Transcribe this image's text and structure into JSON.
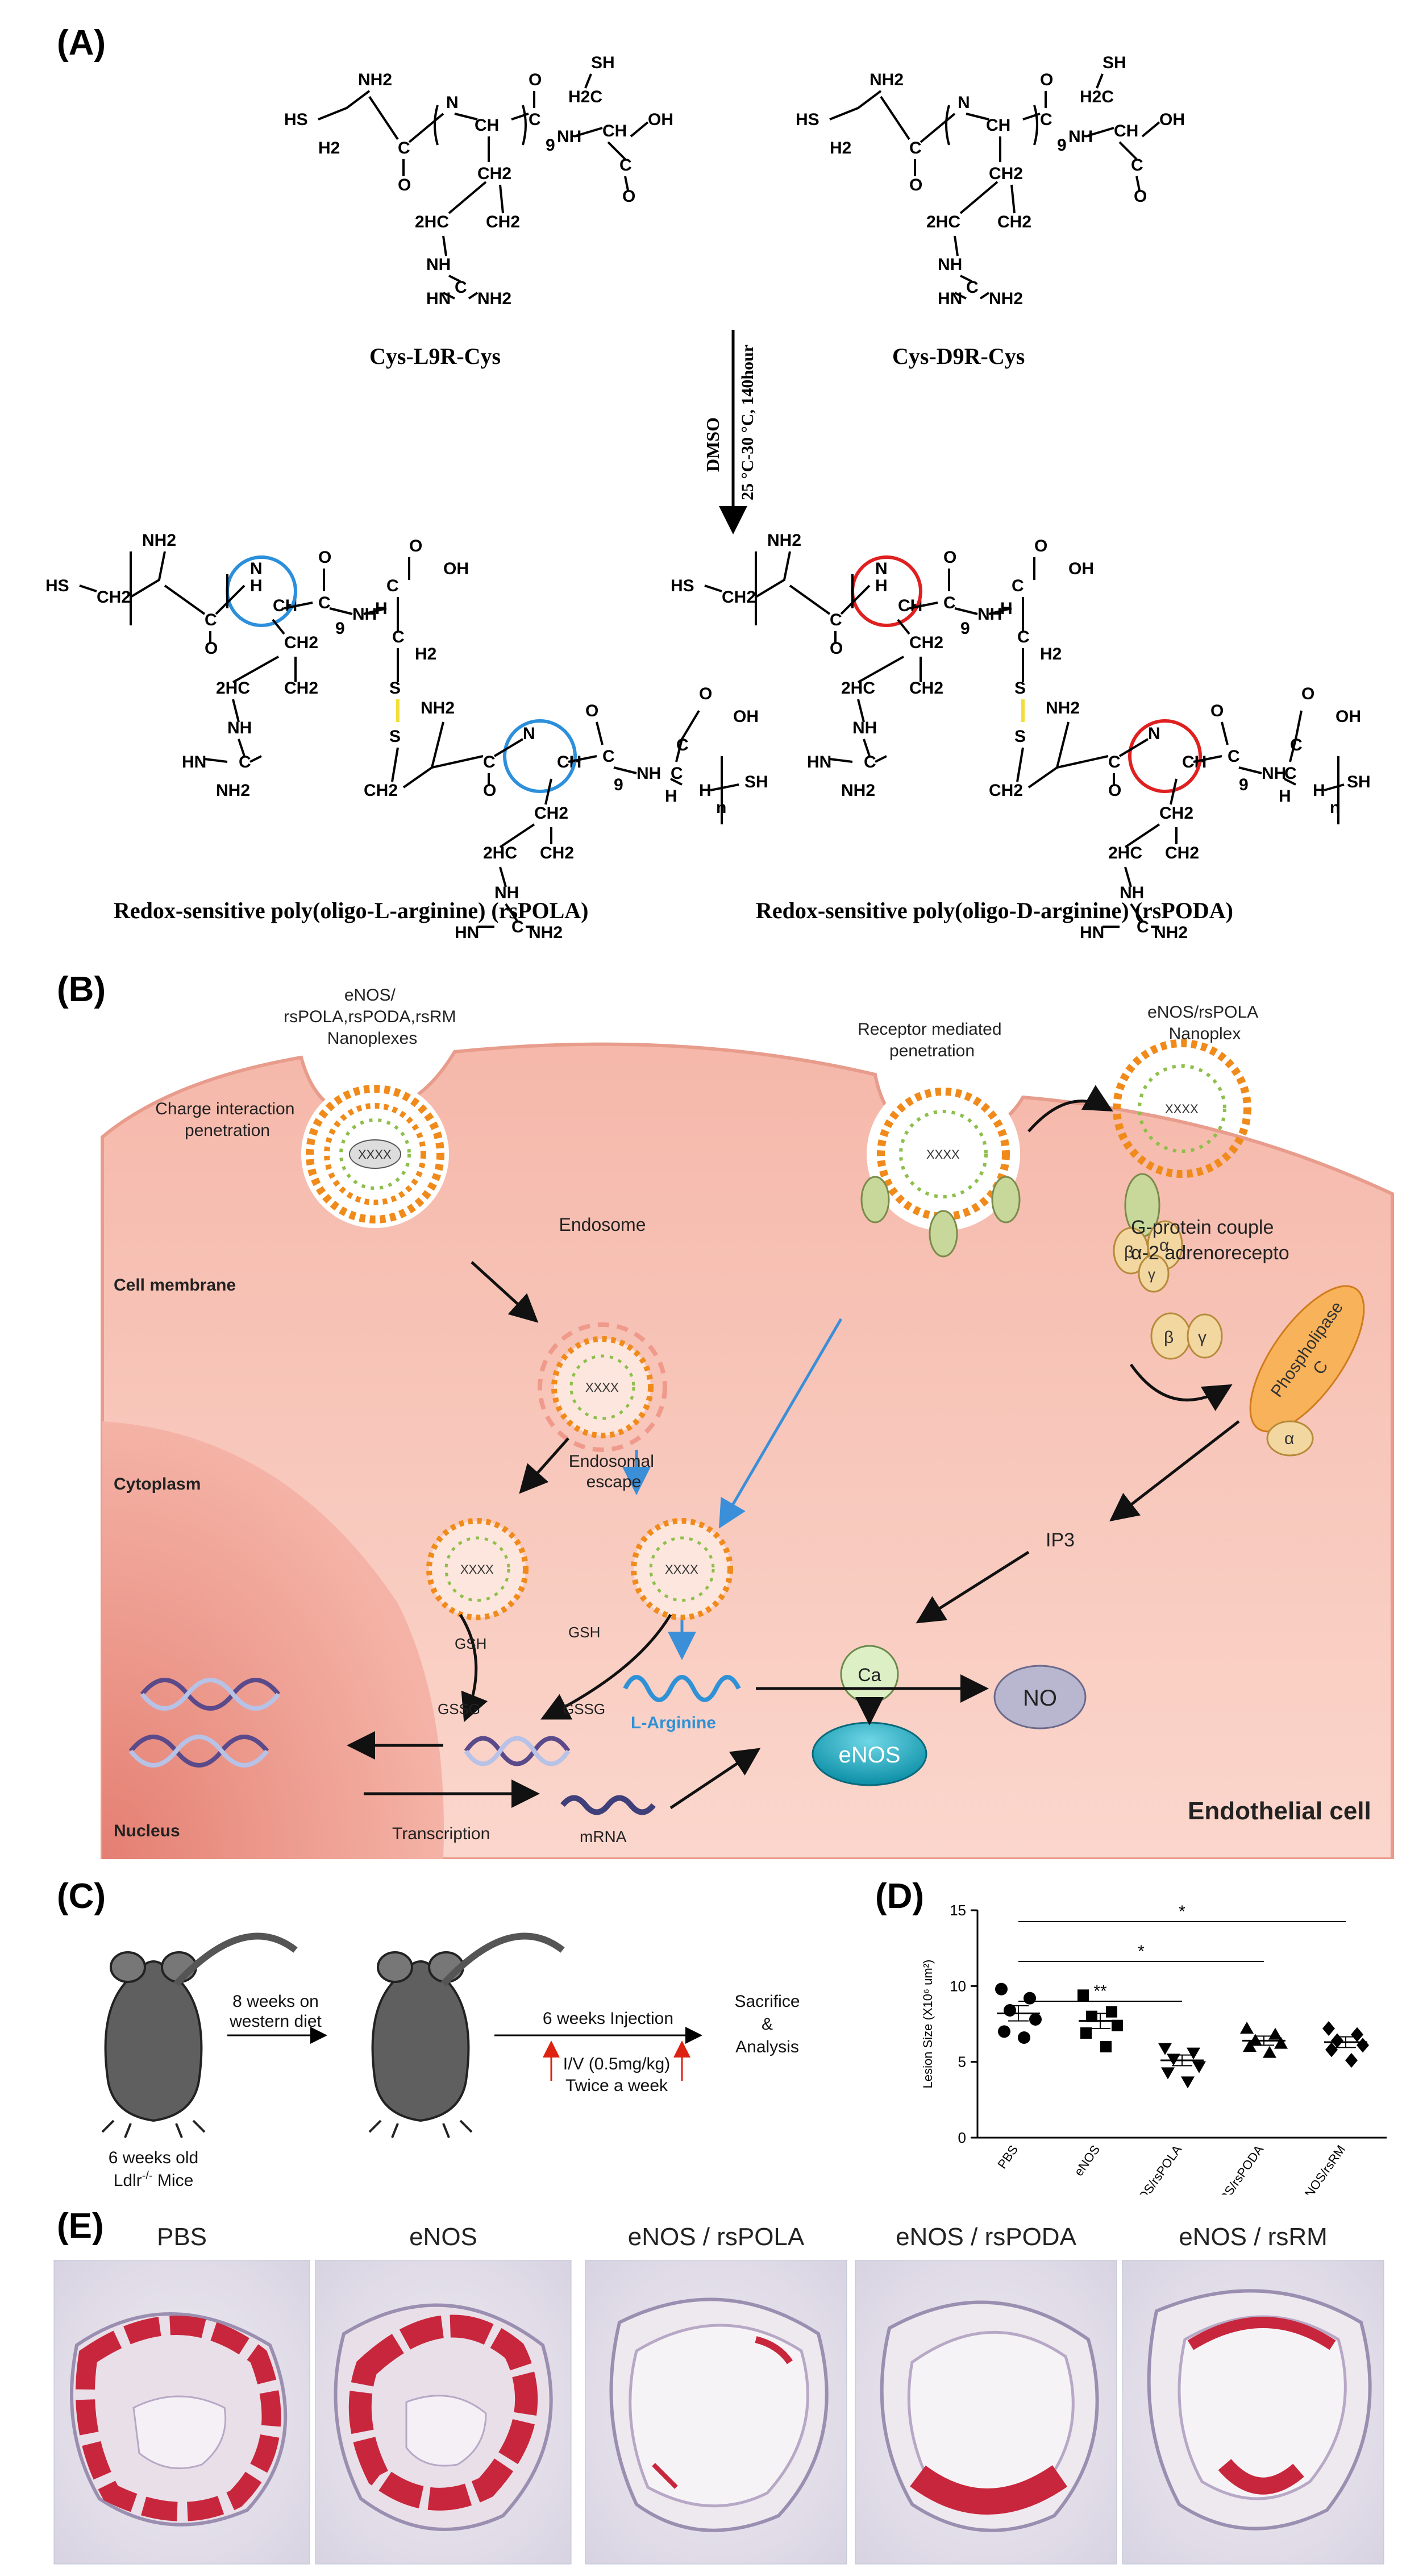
{
  "panels": {
    "a": "(A)",
    "b": "(B)",
    "c": "(C)",
    "d": "(D)",
    "e": "(E)"
  },
  "panel_a": {
    "compound1": "Cys-L9R-Cys",
    "compound2": "Cys-D9R-Cys",
    "reagent": "DMSO",
    "conditions": "25 °C-30 °C, 140hour",
    "polymer1": "Redox-sensitive poly(oligo-L-arginine) (rsPOLA)",
    "polymer2": "Redox-sensitive poly(oligo-D-arginine) (rsPODA)",
    "atoms": {
      "hs": "HS",
      "sh": "SH",
      "nh2": "NH2",
      "h2": "H2",
      "c": "C",
      "o": "O",
      "n": "N",
      "nh": "NH",
      "ch": "CH",
      "ch2": "CH2",
      "h2c": "H2C",
      "c2h": "2HC",
      "oh": "OH",
      "hn": "HN",
      "s": "S",
      "h": "H",
      "sub9": "9",
      "subn": "n"
    }
  },
  "panel_b": {
    "nanoplex_left": "eNOS/ rsPOLA,rsPODA,rsRM Nanoplexes",
    "nanoplex_right": "eNOS/rsPOLA Nanoplex",
    "charge": "Charge interaction penetration",
    "receptor": "Receptor mediated penetration",
    "endosome": "Endosome",
    "endosomal_escape": "Endosomal escape",
    "cell_membrane": "Cell membrane",
    "cytoplasm": "Cytoplasm",
    "nucleus": "Nucleus",
    "gprotein": "G-protein couple",
    "adreno": "α-2 adrenorecepto",
    "phospholipase": "Phospholipase",
    "plc_c": "C",
    "ip3": "IP3",
    "gsh": "GSH",
    "gssg": "GSSG",
    "larg": "L-Arginine",
    "ca": "Ca",
    "no": "NO",
    "enos": "eNOS",
    "transcription": "Transcription",
    "mrna": "mRNA",
    "endothelial": "Endothelial cell",
    "greek_alpha": "α",
    "greek_beta": "β",
    "greek_gamma": "γ"
  },
  "panel_c": {
    "mouse_label_1": "6 weeks old",
    "mouse_label_2": "Ldlr",
    "mouse_sup": "-/-",
    "mouse_label_3": " Mice",
    "diet_1": "8 weeks on",
    "diet_2": "western diet",
    "injection": "6 weeks Injection",
    "iv_1": "I/V (0.5mg/kg)",
    "iv_2": "Twice a week",
    "sacrifice_1": "Sacrifice",
    "sacrifice_2": "&",
    "sacrifice_3": "Analysis"
  },
  "chart_data": {
    "type": "scatter",
    "title": "",
    "xlabel": "",
    "ylabel": "Lesion Size (X10⁶ um²)",
    "ylim": [
      0,
      15
    ],
    "yticks": [
      0,
      5,
      10,
      15
    ],
    "categories": [
      "PBS",
      "eNOS",
      "eNOS/rsPOLA",
      "eNOS/rsPODA",
      "eNOS/rsRM"
    ],
    "markers": [
      "circle",
      "square",
      "triangle-down",
      "triangle-up",
      "diamond"
    ],
    "points": [
      [
        9.8,
        9.2,
        8.4,
        7.8,
        7.0,
        6.6
      ],
      [
        9.4,
        8.3,
        8.0,
        7.4,
        6.9,
        6.0
      ],
      [
        5.9,
        5.6,
        5.2,
        4.7,
        4.3,
        3.7
      ],
      [
        7.2,
        6.8,
        6.4,
        6.2,
        6.0,
        5.6
      ],
      [
        7.2,
        6.8,
        6.4,
        6.1,
        5.8,
        5.1
      ]
    ],
    "means": [
      8.2,
      7.7,
      5.1,
      6.4,
      6.3
    ],
    "sem": [
      0.5,
      0.5,
      0.35,
      0.3,
      0.35
    ],
    "significance": [
      {
        "from": "PBS",
        "to": "eNOS/rsPOLA",
        "label": "**"
      },
      {
        "from": "PBS",
        "to": "eNOS/rsPODA",
        "label": "*"
      },
      {
        "from": "PBS",
        "to": "eNOS/rsRM",
        "label": "*"
      }
    ],
    "grid": false
  },
  "panel_e": {
    "labels": [
      "PBS",
      "eNOS",
      "eNOS / rsPOLA",
      "eNOS / rsPODA",
      "eNOS / rsRM"
    ]
  }
}
